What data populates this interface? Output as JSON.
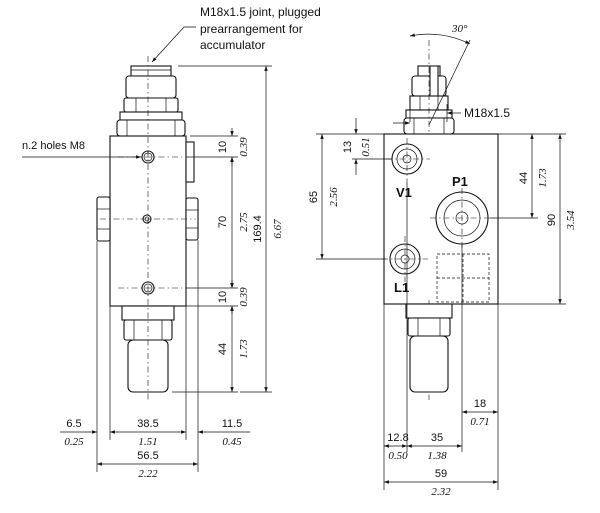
{
  "notes": {
    "fitting_line1": "M18x1.5 joint, plugged",
    "fitting_line2": "prearrangement for",
    "fitting_line3": "accumulator",
    "holes": "n.2 holes M8",
    "angle": "30°",
    "thread": "M18x1.5"
  },
  "ports": {
    "v1": "V1",
    "p1": "P1",
    "l1": "L1"
  },
  "dimensions": {
    "front": {
      "top_hole_mm": "10",
      "top_hole_in": "0.39",
      "hole_spacing_mm": "70",
      "hole_spacing_in": "2.75",
      "overall_height_mm": "169.4",
      "overall_height_in": "6.67",
      "bottom_hole_mm": "10",
      "bottom_hole_in": "0.39",
      "cartridge_mm": "44",
      "cartridge_in": "1.73",
      "left_offset_mm": "6.5",
      "left_offset_in": "0.25",
      "body_width_mm": "38.5",
      "body_width_in": "1.51",
      "right_offset_mm": "11.5",
      "right_offset_in": "0.45",
      "total_width_mm": "56.5",
      "total_width_in": "2.22"
    },
    "side": {
      "v1_top_mm": "13",
      "v1_top_in": "0.51",
      "v1_l1_mm": "65",
      "v1_l1_in": "2.56",
      "p1_top_mm": "44",
      "p1_top_in": "1.73",
      "body_height_mm": "90",
      "body_height_in": "3.54",
      "p1_right_mm": "18",
      "p1_right_in": "0.71",
      "v1_left_mm": "12.8",
      "v1_left_in": "0.50",
      "v1_p1_mm": "35",
      "v1_p1_in": "1.38",
      "body_width_mm": "59",
      "body_width_in": "2.32"
    }
  }
}
